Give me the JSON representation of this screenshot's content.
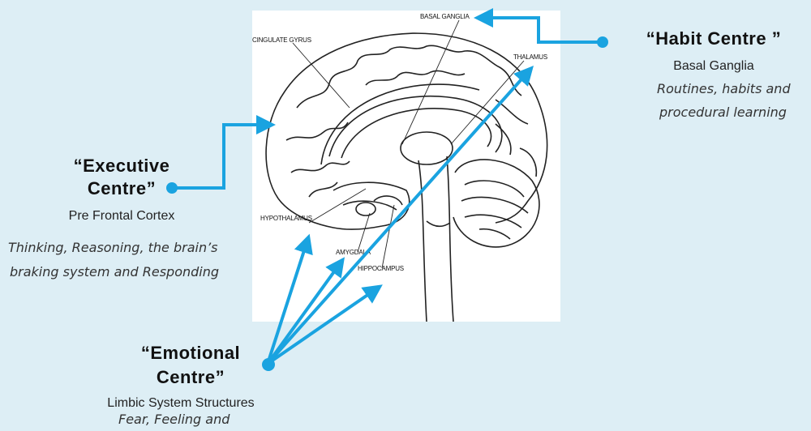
{
  "brain_labels": {
    "basal_ganglia": "BASAL GANGLIA",
    "cingulate_gyrus": "CINGULATE GYRUS",
    "thalamus": "THALAMUS",
    "hypothalamus": "HYPOTHALAMUS",
    "amygdala": "AMYGDALA",
    "hippocampus": "HIPPOCAMPUS"
  },
  "habit": {
    "title": "“Habit Centre ”",
    "subtitle": "Basal Ganglia",
    "desc_line1": "Routines, habits and",
    "desc_line2": "procedural learning"
  },
  "executive": {
    "title_line1": "“Executive",
    "title_line2": "Centre”",
    "subtitle": "Pre Frontal Cortex",
    "desc_line1": "Thinking, Reasoning, the brain’s",
    "desc_line2": "braking system and Responding"
  },
  "emotional": {
    "title_line1": "“Emotional",
    "title_line2": "Centre”",
    "subtitle": "Limbic System Structures",
    "desc_line1": "Fear, Feeling and"
  },
  "colors": {
    "background": "#ddeef5",
    "arrow": "#1aa3e0",
    "dot": "#1aa3e0"
  }
}
